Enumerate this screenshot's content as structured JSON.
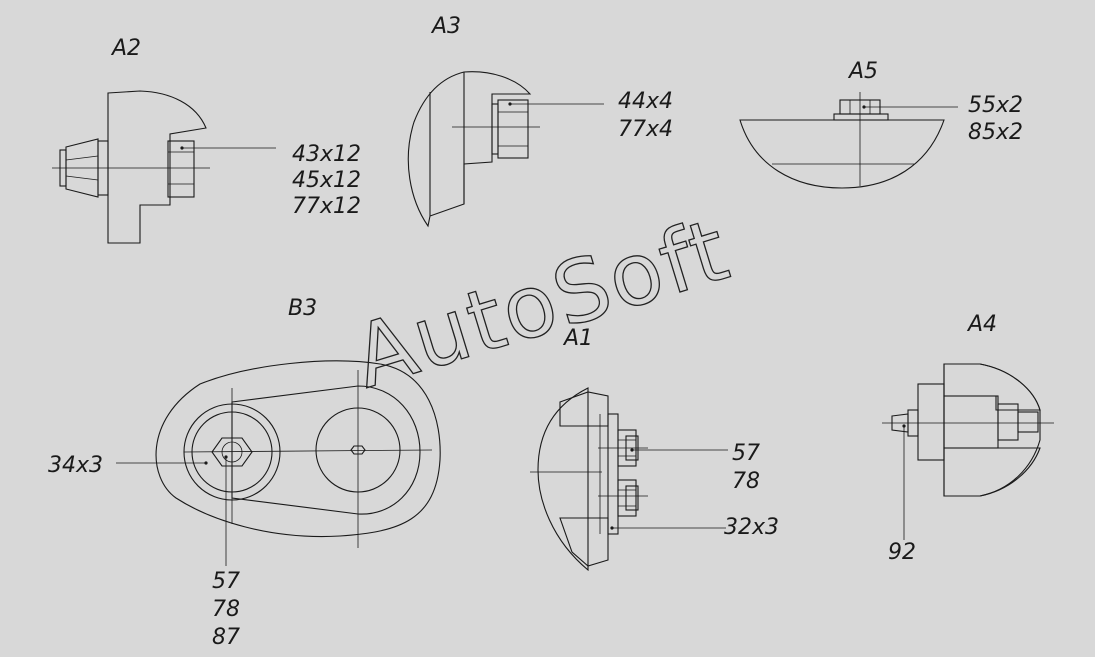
{
  "watermark": "AutoSoft",
  "views": {
    "a2": {
      "title": "A2",
      "callouts": [
        "43x12",
        "45x12",
        "77x12"
      ]
    },
    "a3": {
      "title": "A3",
      "callouts": [
        "44x4",
        "77x4"
      ]
    },
    "a5": {
      "title": "A5",
      "callouts": [
        "55x2",
        "85x2"
      ]
    },
    "b3": {
      "title": "B3",
      "left_callout": "34x3",
      "bottom_callouts": [
        "57",
        "78",
        "87"
      ]
    },
    "a1": {
      "title": "A1",
      "callouts": [
        "57",
        "78"
      ],
      "lower_callout": "32x3"
    },
    "a4": {
      "title": "A4",
      "bottom_callout": "92"
    }
  },
  "colors": {
    "background": "#d8d8d8",
    "line": "#1a1a1a"
  }
}
